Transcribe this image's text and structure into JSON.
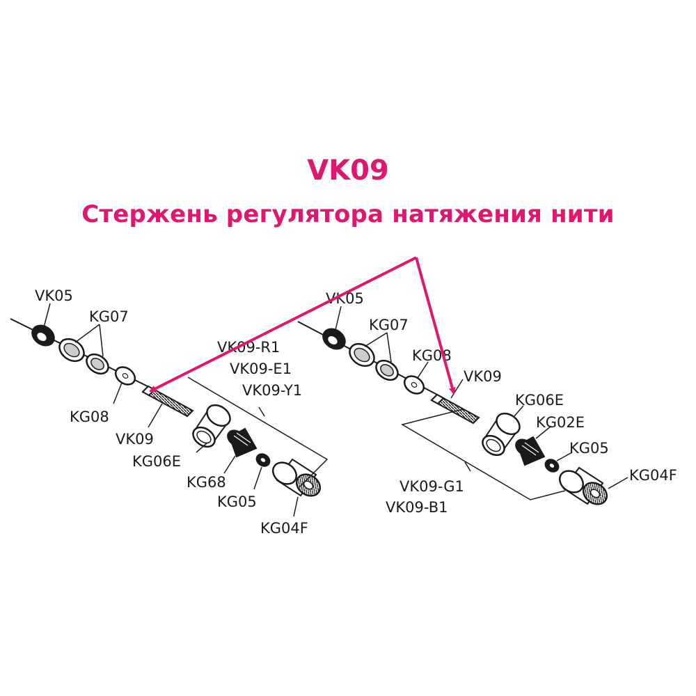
{
  "title": "VK09",
  "subtitle": "Стержень регулятора натяжения нити",
  "colors": {
    "accent": "#e0176f",
    "ink": "#1a1a1a"
  },
  "left_assembly": {
    "labels": {
      "vk05": "VK05",
      "kg07": "KG07",
      "kg08": "KG08",
      "vk09": "VK09",
      "kg06e": "KG06E",
      "kg68": "KG68",
      "kg05": "KG05",
      "kg04f": "KG04F",
      "variant_r1": "VK09-R1",
      "variant_e1": "VK09-E1",
      "variant_y1": "VK09-Y1"
    }
  },
  "right_assembly": {
    "labels": {
      "vk05": "VK05",
      "kg07": "KG07",
      "kg08": "KG08",
      "vk09": "VK09",
      "kg06e": "KG06E",
      "kg02e": "KG02E",
      "kg05": "KG05",
      "kg04f": "KG04F",
      "variant_g1": "VK09-G1",
      "variant_b1": "VK09-B1"
    }
  }
}
